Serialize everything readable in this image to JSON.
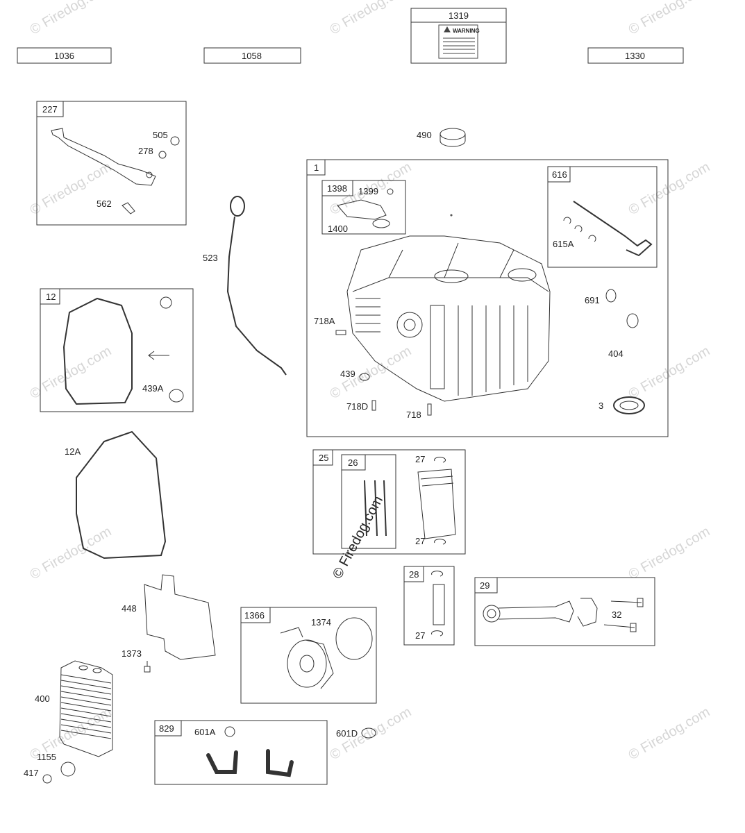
{
  "watermark": "© Firedog.com",
  "header_parts": [
    {
      "id": "part-1036",
      "label": "1036"
    },
    {
      "id": "part-1058",
      "label": "1058"
    },
    {
      "id": "part-1319",
      "label": "1319"
    },
    {
      "id": "part-1330",
      "label": "1330"
    }
  ],
  "warning_label": "WARNING",
  "groups": {
    "g227": "227",
    "g12": "12",
    "g1": "1",
    "g1398": "1398",
    "g616": "616",
    "g25": "25",
    "g26": "26",
    "g28": "28",
    "g29": "29",
    "g1366": "1366",
    "g829": "829"
  },
  "callouts": {
    "c505": "505",
    "c278": "278",
    "c562": "562",
    "c490": "490",
    "c523": "523",
    "c1399": "1399",
    "c1400": "1400",
    "c615A": "615A",
    "c718A": "718A",
    "c691": "691",
    "c404": "404",
    "c439": "439",
    "c718D": "718D",
    "c718": "718",
    "c3": "3",
    "c439A": "439A",
    "c12A": "12A",
    "c27a": "27",
    "c27b": "27",
    "c27c": "27",
    "c448": "448",
    "c1373": "1373",
    "c1374": "1374",
    "c32": "32",
    "c400": "400",
    "c1155": "1155",
    "c417": "417",
    "c601A": "601A",
    "c601D": "601D"
  }
}
